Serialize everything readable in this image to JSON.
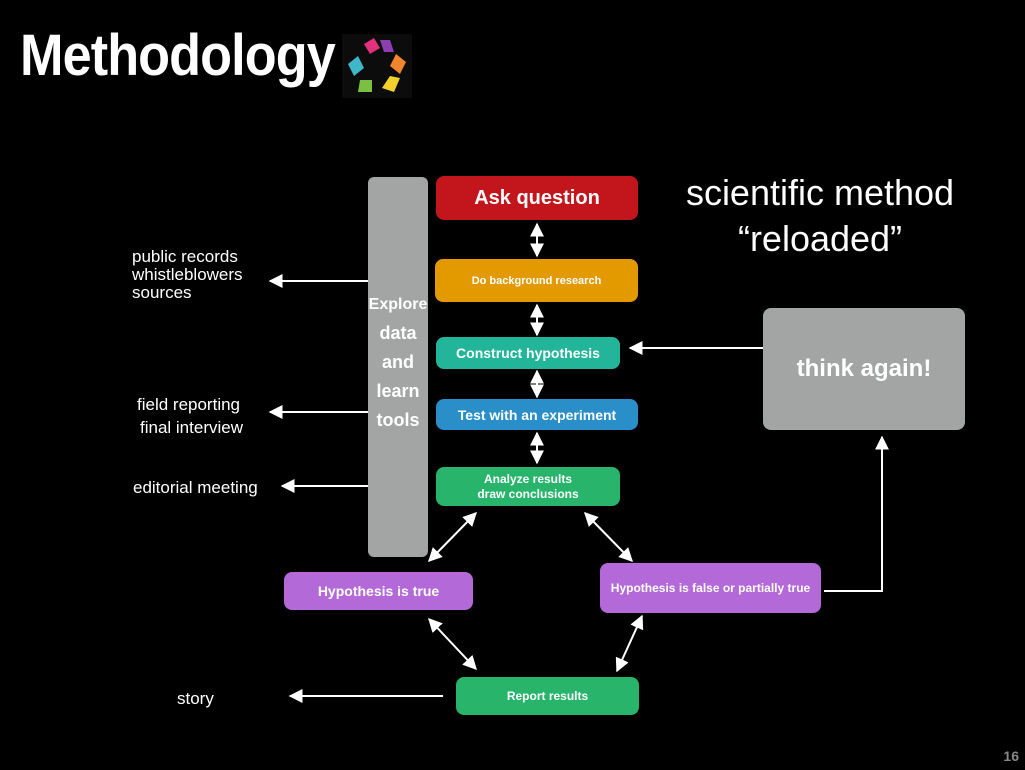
{
  "title": "Methodology",
  "subtitle_line1": "scientific method",
  "subtitle_line2": "“reloaded”",
  "explore": {
    "line1": "Explore",
    "line2": "data",
    "line3": "and",
    "line4": "learn",
    "line5": "tools"
  },
  "steps": {
    "ask": "Ask question",
    "background": "Do background research",
    "construct": "Construct hypothesis",
    "test": "Test with an experiment",
    "analyze_1": "Analyze results",
    "analyze_2": "draw conclusions",
    "true": "Hypothesis is true",
    "false": "Hypothesis is false or partially true",
    "report": "Report results",
    "think": "think again!"
  },
  "side_labels": {
    "sources_1": "public records",
    "sources_2": "whistleblowers",
    "sources_3": "sources",
    "field_1": "field reporting",
    "field_2": "final interview",
    "editorial": "editorial meeting",
    "story": "story"
  },
  "page_number": "16",
  "colors": {
    "ask": "#c3161c",
    "background": "#e29a00",
    "construct": "#23b59a",
    "test": "#2a8ec9",
    "analyze": "#28b46a",
    "hypothesis": "#b36ad8",
    "report": "#28b46a",
    "grey": "#a3a5a4"
  }
}
